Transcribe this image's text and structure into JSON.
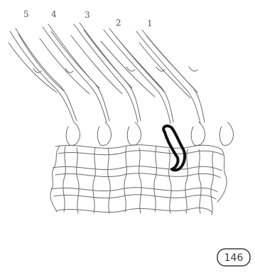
{
  "diagram": {
    "strand_labels": [
      "5",
      "4",
      "3",
      "2",
      "1"
    ],
    "page_number": "146",
    "colors": {
      "ink": "#6a6a6a",
      "highlight": "#111111",
      "background": "#ffffff"
    }
  }
}
